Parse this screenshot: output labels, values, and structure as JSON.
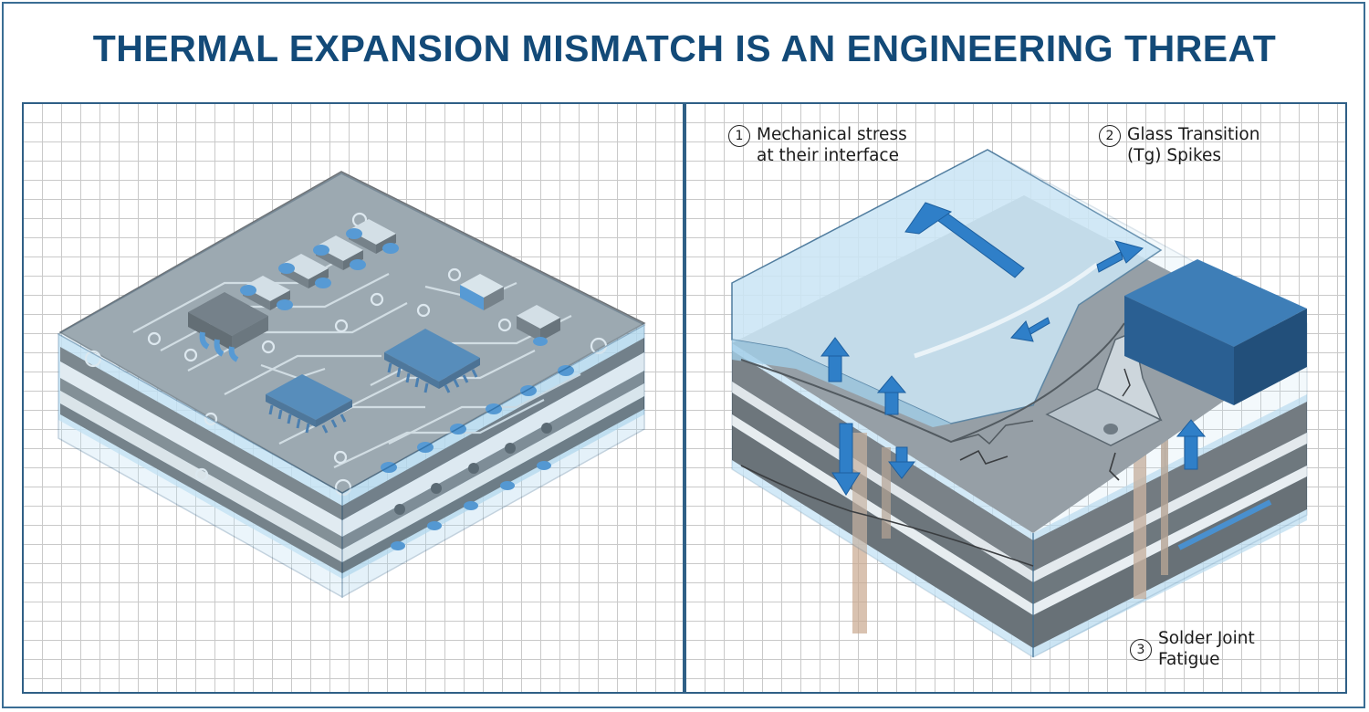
{
  "title": "THERMAL EXPANSION MISMATCH IS AN ENGINEERING THREAT",
  "callouts": [
    {
      "num": "1",
      "line1": "Mechanical stress",
      "line2": "at their interface"
    },
    {
      "num": "2",
      "line1": "Glass Transition",
      "line2": "(Tg) Spikes"
    },
    {
      "num": "3",
      "line1": "Solder Joint",
      "line2": "Fatigue"
    }
  ],
  "colors": {
    "title": "#134a78",
    "frame": "#3a6d94",
    "grid": "#c9c9c9",
    "arrow_blue": "#2f7fc8",
    "glass": "#bfe0f3",
    "board_dark": "#5a5d60",
    "board_light": "#f2f2f2"
  }
}
